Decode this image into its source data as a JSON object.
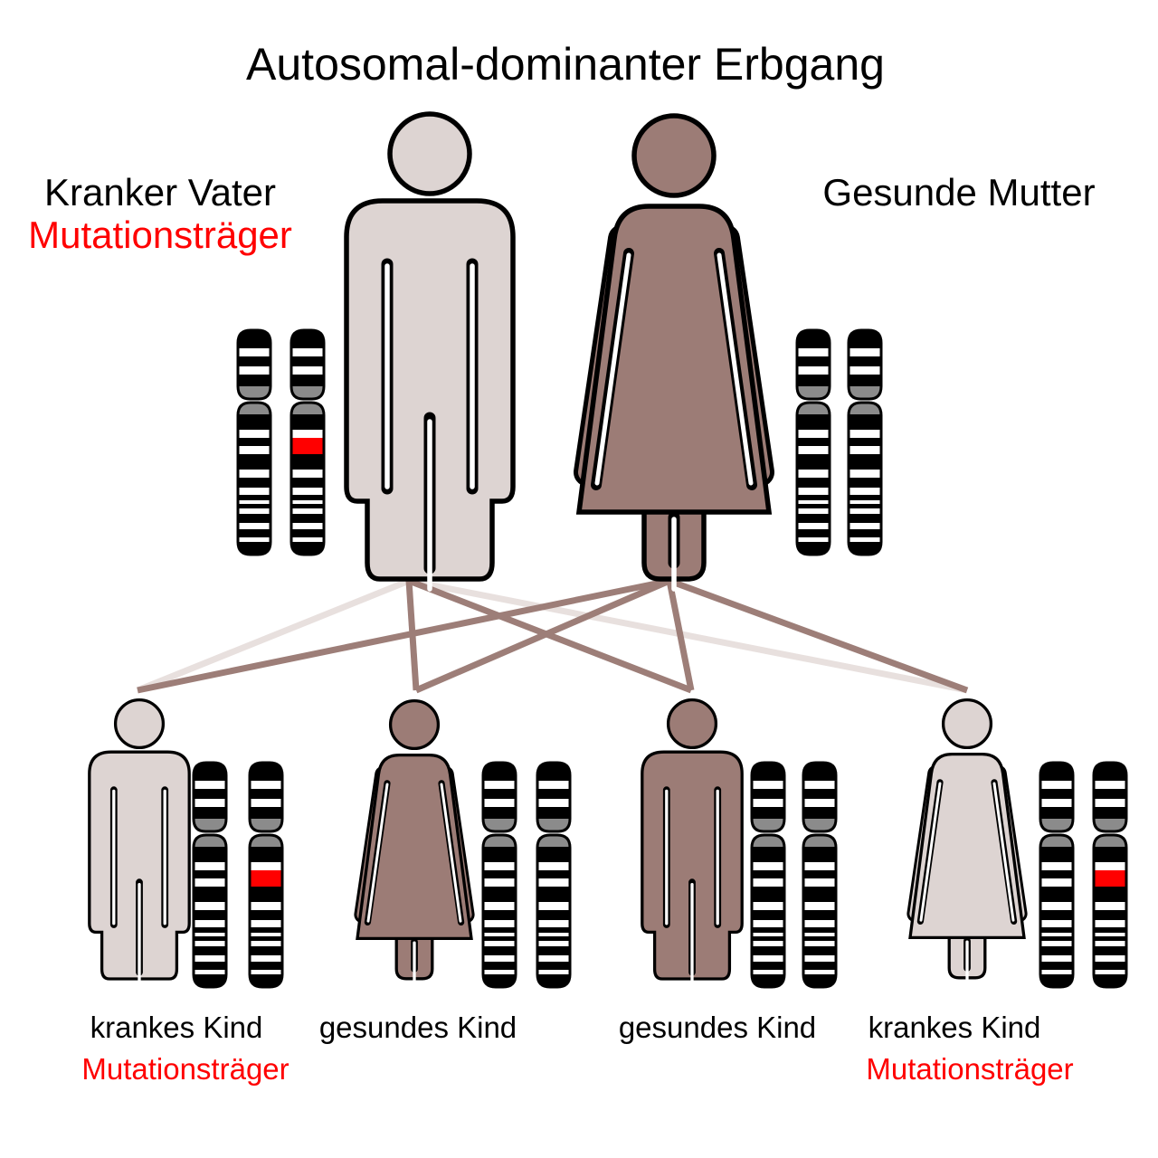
{
  "title": "Autosomal-dominanter Erbgang",
  "father": {
    "label_line1": "Kranker Vater",
    "label_line2": "Mutationsträger",
    "figure": "sick-male-pictogram",
    "chromosomes": [
      "normal",
      "mutated"
    ]
  },
  "mother": {
    "label": "Gesunde Mutter",
    "figure": "healthy-female-pictogram",
    "chromosomes": [
      "normal",
      "normal"
    ]
  },
  "children": [
    {
      "label_line1": "krankes Kind",
      "label_line2": "Mutationsträger",
      "figure": "sick-male-pictogram",
      "chromosomes": [
        "normal",
        "mutated"
      ]
    },
    {
      "label_line1": "gesundes Kind",
      "figure": "healthy-female-pictogram",
      "chromosomes": [
        "normal",
        "normal"
      ]
    },
    {
      "label_line1": "gesundes Kind",
      "figure": "healthy-male-pictogram",
      "chromosomes": [
        "normal",
        "normal"
      ]
    },
    {
      "label_line1": "krankes Kind",
      "label_line2": "Mutationsträger",
      "figure": "sick-female-pictogram",
      "chromosomes": [
        "normal",
        "mutated"
      ]
    }
  ],
  "colors": {
    "sick": "#ddd4d2",
    "healthy": "#9c7c76",
    "line_sick": "#e8e0de",
    "line_healthy": "#9d7e78",
    "mutation_red": "#ff0000",
    "label_red": "#ff0000",
    "centromere_gray": "#8b8b8b",
    "outline": "#000000"
  }
}
